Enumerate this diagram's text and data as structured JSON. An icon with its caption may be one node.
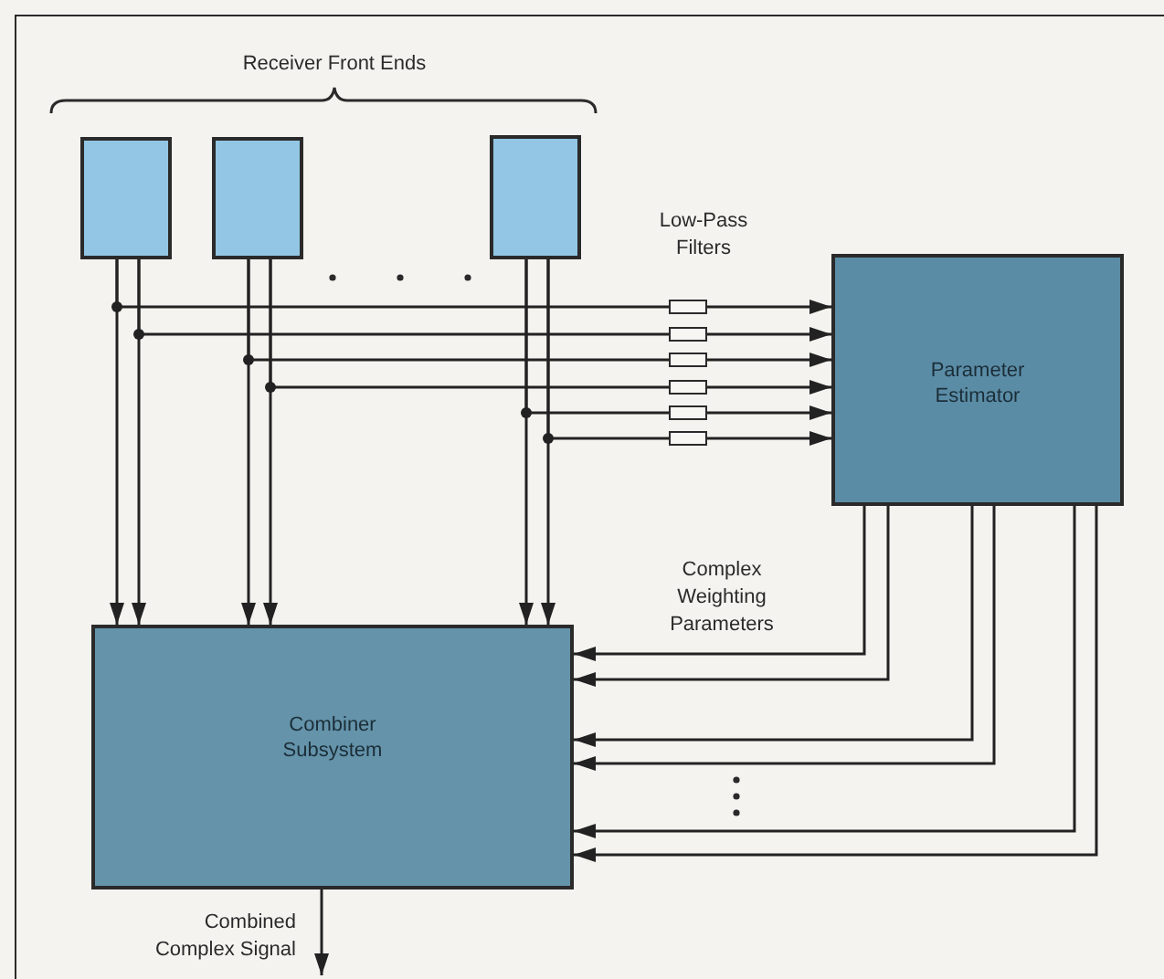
{
  "diagram": {
    "nodes": [
      {
        "text": [],
        "shape": "box"
      },
      {
        "text": [],
        "shape": "box"
      },
      {
        "text": [],
        "shape": "box"
      },
      {
        "text": [],
        "shape": "box"
      },
      {
        "text": [],
        "shape": "box"
      },
      {
        "text": [],
        "shape": "box"
      },
      {
        "text": [],
        "shape": "box"
      },
      {
        "text": [],
        "shape": "box"
      },
      {
        "text": [],
        "shape": "box"
      },
      {
        "text": [
          "Parameter Estimator"
        ]
      },
      {
        "text": [
          "Combiner Subsystem"
        ]
      }
    ],
    "edges": [
      {
        "from": 0,
        "to": 10,
        "arrow": "to"
      },
      {
        "from": 0,
        "to": 10,
        "arrow": "to"
      },
      {
        "from": 1,
        "to": 10,
        "arrow": "to"
      },
      {
        "from": 1,
        "to": 10,
        "arrow": "to"
      },
      {
        "from": 2,
        "to": 10,
        "arrow": "to"
      },
      {
        "from": 2,
        "to": 10,
        "arrow": "to"
      },
      {
        "from": 0,
        "to": 3,
        "arrow": "none"
      },
      {
        "from": 0,
        "to": 4,
        "arrow": "none"
      },
      {
        "from": 1,
        "to": 5,
        "arrow": "none"
      },
      {
        "from": 1,
        "to": 6,
        "arrow": "none"
      },
      {
        "from": 2,
        "to": 7,
        "arrow": "none"
      },
      {
        "from": 2,
        "to": 8,
        "arrow": "none"
      },
      {
        "from": 3,
        "to": 9,
        "arrow": "to"
      },
      {
        "from": 4,
        "to": 9,
        "arrow": "to"
      },
      {
        "from": 5,
        "to": 9,
        "arrow": "to"
      },
      {
        "from": 6,
        "to": 9,
        "arrow": "to"
      },
      {
        "from": 7,
        "to": 9,
        "arrow": "to"
      },
      {
        "from": 8,
        "to": 9,
        "arrow": "to"
      },
      {
        "from": 9,
        "to": 10,
        "arrow": "to"
      },
      {
        "from": 9,
        "to": 10,
        "arrow": "to"
      },
      {
        "from": 9,
        "to": 10,
        "arrow": "to"
      },
      {
        "from": 9,
        "to": 10,
        "arrow": "to"
      },
      {
        "from": 9,
        "to": 10,
        "arrow": "to"
      },
      {
        "from": 9,
        "to": 10,
        "arrow": "to"
      },
      {
        "from": 10,
        "to": null,
        "arrow": "to",
        "label": "Combined Complex Signal"
      }
    ],
    "labels": [
      "Receiver Front Ends",
      "Low-Pass Filters",
      "Complex Weighting Parameters"
    ]
  }
}
